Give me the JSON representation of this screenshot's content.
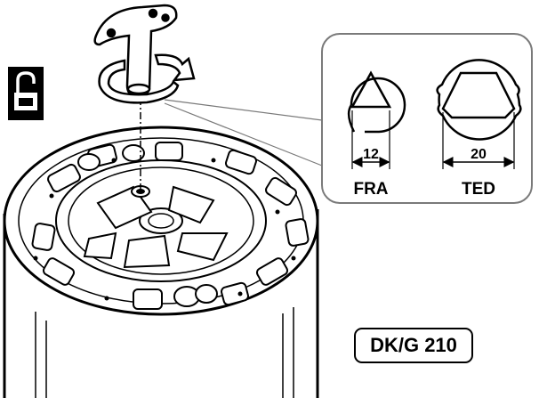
{
  "detail": {
    "fra": {
      "label": "FRA",
      "dimension": "12"
    },
    "ted": {
      "label": "TED",
      "dimension": "20"
    }
  },
  "model_code": "DK/G 210",
  "icons": [
    "unlock-padlock-icon",
    "t-key-tool-icon",
    "rotation-arrow-icon"
  ],
  "colors": {
    "ink": "#000000",
    "background": "#ffffff",
    "panel_border": "#7a7a7a"
  }
}
